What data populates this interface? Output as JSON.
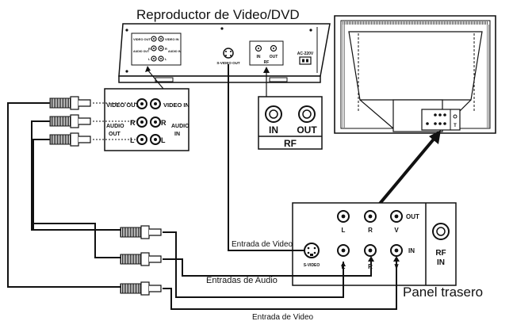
{
  "title": "Reproductor de Video/DVD",
  "player_back": {
    "video_out": "VIDEO OUT",
    "video_in": "VIDEO IN",
    "audio_out": "AUDIO OUT",
    "audio_in": "AUDIO IN",
    "r": "R",
    "l": "L",
    "svideo": "S-VIDEO OUT",
    "rf_in": "IN",
    "rf_out": "OUT",
    "rf": "RF",
    "ac": "AC-220V"
  },
  "jack_zoom": {
    "video_out": "VIDEO OUT",
    "video_in": "VIDEO IN",
    "audio_out_l1": "AUDIO",
    "audio_out_l2": "OUT",
    "audio_in_l1": "AUDIO",
    "audio_in_l2": "IN",
    "r": "R",
    "l": "L"
  },
  "rf_zoom": {
    "in": "IN",
    "out": "OUT",
    "rf": "RF"
  },
  "tv_back": {
    "t": "T"
  },
  "tv_panel": {
    "out": "OUT",
    "in": "IN",
    "l": "L",
    "r": "R",
    "v": "V",
    "svideo": "S-VIDEO",
    "rf_line1": "RF",
    "rf_line2": "IN"
  },
  "labels": {
    "entrada_video_1": "Entrada de Video",
    "entradas_audio": "Entradas de Audio",
    "entrada_video_2": "Entrada de Video",
    "panel_trasero": "Panel trasero"
  }
}
